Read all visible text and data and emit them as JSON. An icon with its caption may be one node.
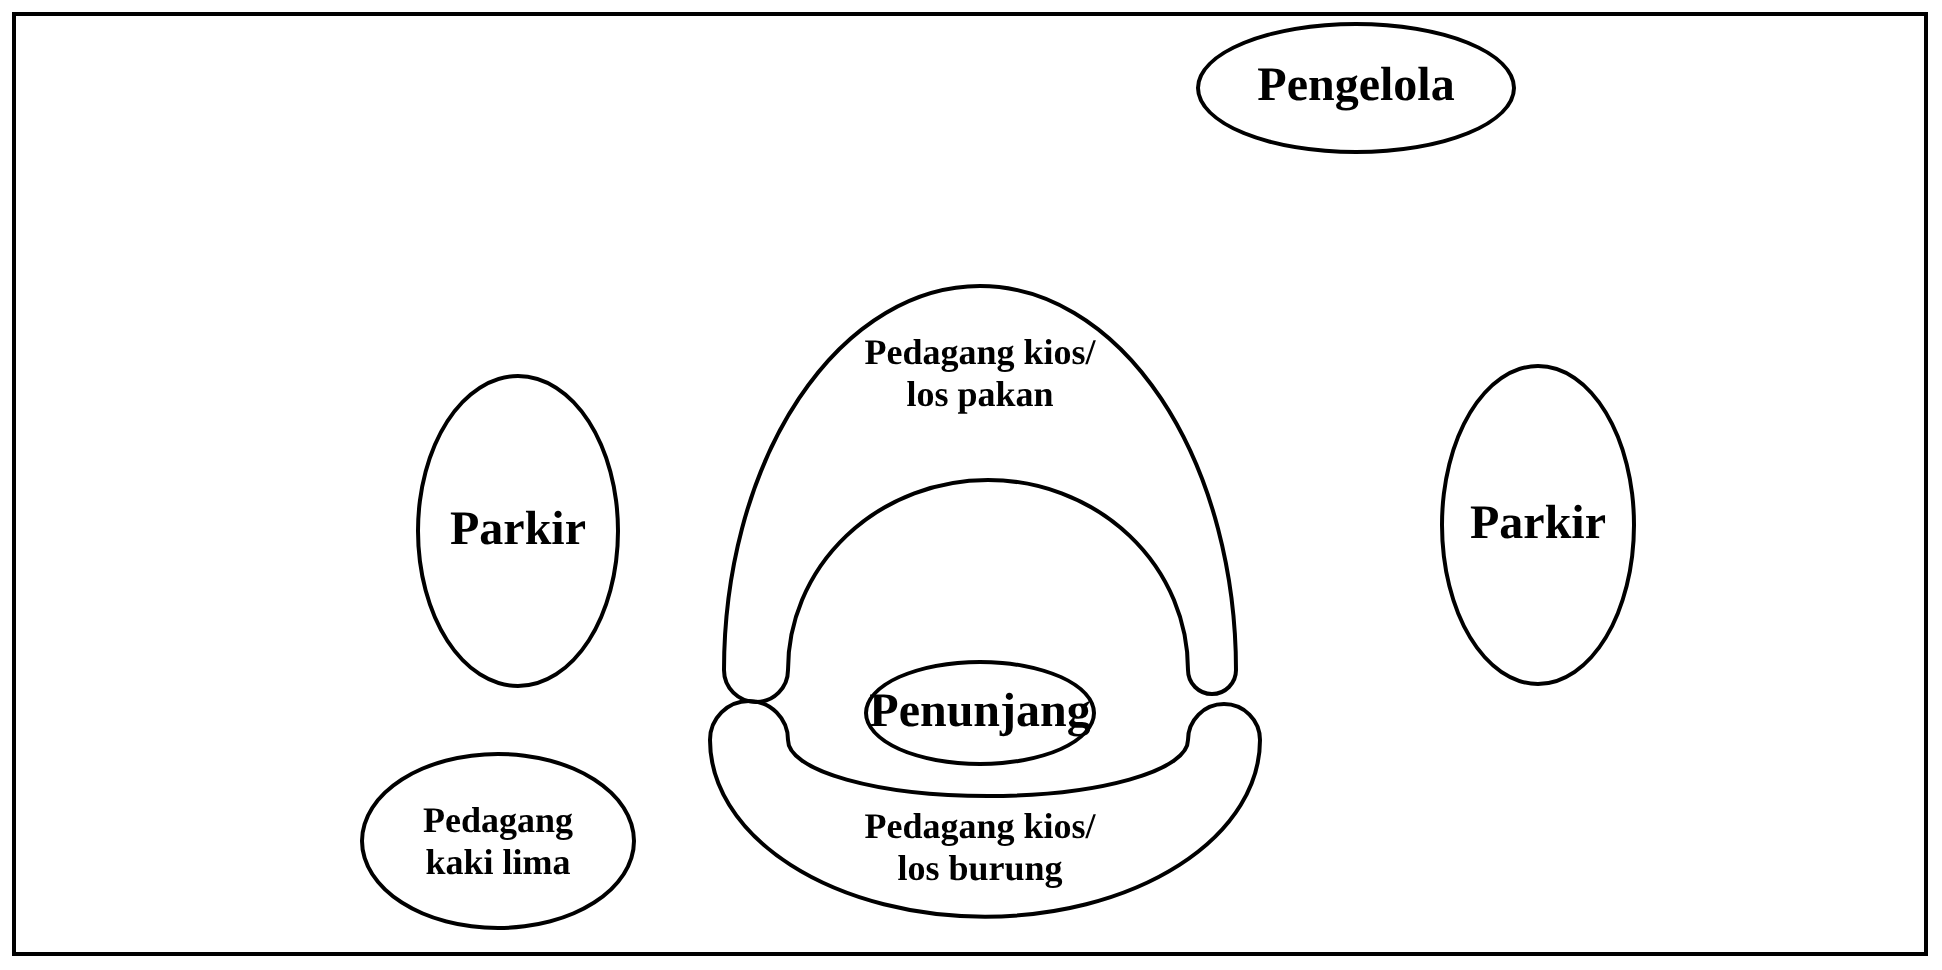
{
  "diagram": {
    "nodes": [
      {
        "text": [
          "Pengelola"
        ]
      },
      {
        "text": [
          "Pedagang kios/ los pakan"
        ]
      },
      {
        "text": [
          "Parkir"
        ]
      },
      {
        "text": [
          "Penunjang"
        ]
      },
      {
        "text": [
          "Parkir"
        ]
      },
      {
        "text": [
          "Pedagang kaki lima"
        ]
      },
      {
        "text": [
          "Pedagang kios/ los burung"
        ]
      }
    ],
    "edges": []
  }
}
